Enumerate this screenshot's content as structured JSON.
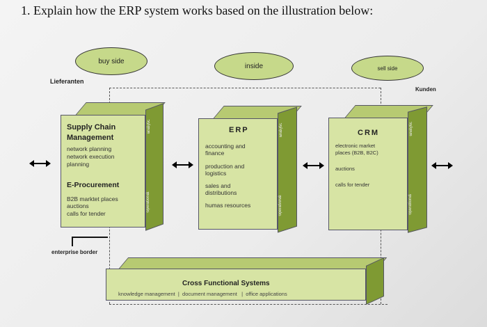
{
  "question": "1.   Explain how the ERP system works based on the illustration below:",
  "ellipses": {
    "buy": "buy side",
    "inside": "inside",
    "sell": "sell side"
  },
  "labels": {
    "lieferanten": "Lieferanten",
    "kunden": "Kunden",
    "enterprise_border": "enterprise border"
  },
  "scm": {
    "title1": "Supply Chain",
    "title2": "Management",
    "items": [
      "network planning",
      "network execution",
      "planning"
    ],
    "eproc": "E-Procurement",
    "eproc_items": [
      "B2B marktet places",
      "auctions",
      "calls for tender"
    ],
    "side_top": "analytic",
    "side_bottom": "operational"
  },
  "erp": {
    "title": "ERP",
    "items": [
      "accounting and",
      "finance",
      "production and",
      "logistics",
      "sales and",
      "distributions",
      "humas resources"
    ],
    "side_top": "analytic",
    "side_bottom": "operational"
  },
  "crm": {
    "title": "CRM",
    "items": [
      "electronic market",
      "places (B2B, B2C)",
      "auctions",
      "calls for tender"
    ],
    "side_top": "analytic",
    "side_bottom": "operational"
  },
  "cfs": {
    "title": "Cross Functional Systems",
    "items": [
      "knowledge management",
      "|",
      "document management",
      "|",
      "office applications"
    ]
  }
}
